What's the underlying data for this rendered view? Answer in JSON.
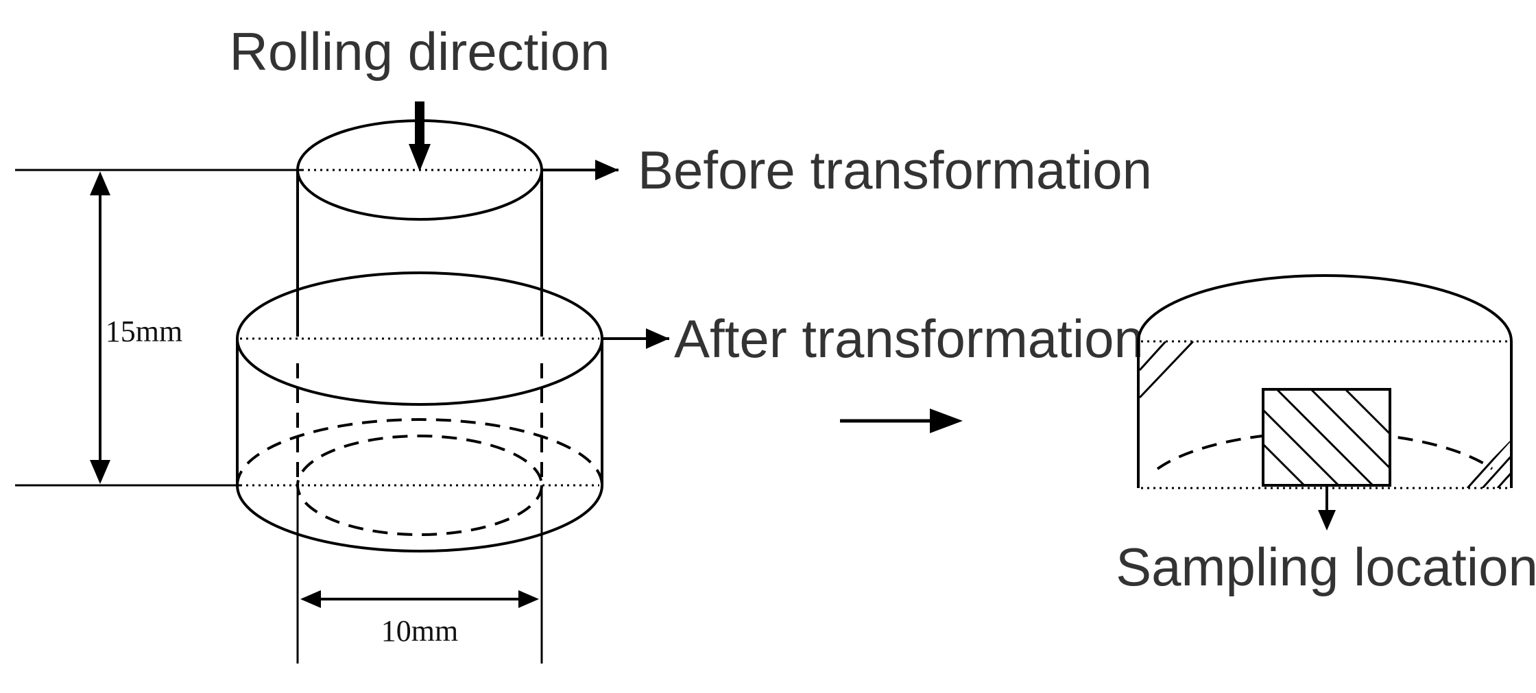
{
  "labels": {
    "rolling_direction": "Rolling direction",
    "before_transformation": "Before transformation",
    "after_transformation": "After transformation",
    "height_dim": "15mm",
    "diameter_dim": "10mm",
    "sampling_location": "Sampling location"
  },
  "colors": {
    "ink": "#000000",
    "text": "#333333",
    "background": "#ffffff"
  }
}
